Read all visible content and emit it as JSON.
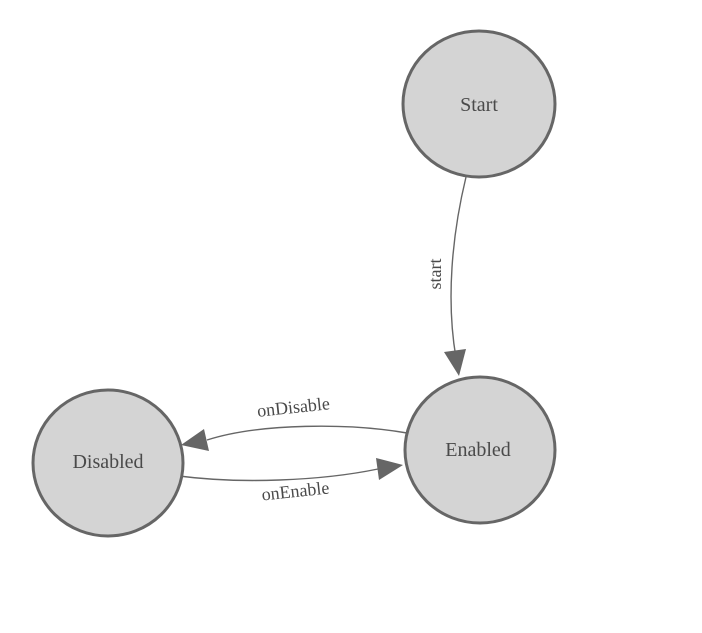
{
  "diagram": {
    "type": "state-machine",
    "colors": {
      "background": "#ffffff",
      "node_fill": "#d4d4d4",
      "node_border": "#666666",
      "edge_color": "#666666",
      "text_color": "#4a4a4a"
    },
    "nodes": [
      {
        "id": "start-state",
        "label": "Start"
      },
      {
        "id": "enabled-state",
        "label": "Enabled"
      },
      {
        "id": "disabled-state",
        "label": "Disabled"
      }
    ],
    "edges": [
      {
        "from": "Start",
        "to": "Enabled",
        "label": "start"
      },
      {
        "from": "Enabled",
        "to": "Disabled",
        "label": "onDisable"
      },
      {
        "from": "Disabled",
        "to": "Enabled",
        "label": "onEnable"
      }
    ]
  }
}
